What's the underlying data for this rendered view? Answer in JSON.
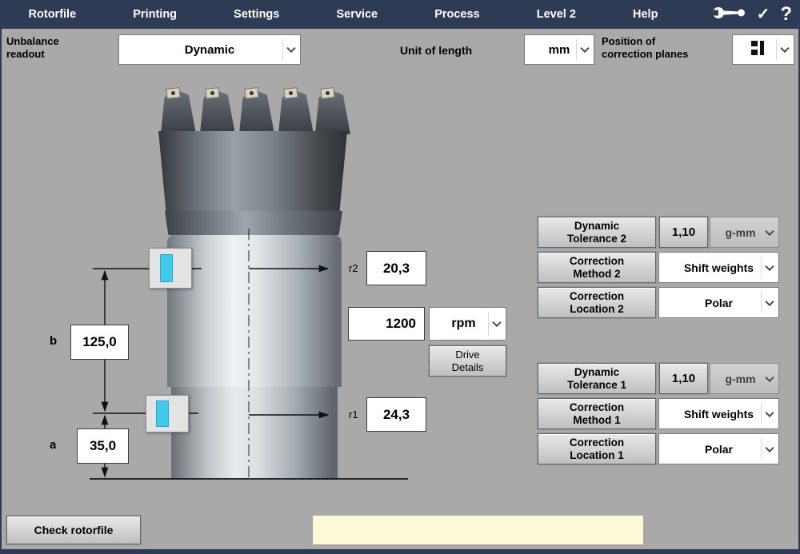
{
  "menu": {
    "items": [
      {
        "label": "Rotorfile"
      },
      {
        "label": "Printing"
      },
      {
        "label": "Settings"
      },
      {
        "label": "Service"
      },
      {
        "label": "Process"
      },
      {
        "label": "Level 2"
      },
      {
        "label": "Help"
      }
    ],
    "icons": {
      "check": "✓",
      "help": "?"
    }
  },
  "toolbar": {
    "unbalance_label_line1": "Unbalance",
    "unbalance_label_line2": "readout",
    "unbalance_value": "Dynamic",
    "unit_label": "Unit of length",
    "unit_value": "mm",
    "planes_label_line1": "Position of",
    "planes_label_line2": "correction planes"
  },
  "rotor": {
    "b_label": "b",
    "b_value": "125,0",
    "a_label": "a",
    "a_value": "35,0",
    "r2_label": "r2",
    "r2_value": "20,3",
    "r1_label": "r1",
    "r1_value": "24,3"
  },
  "drive": {
    "speed_value": "1200",
    "speed_unit": "rpm",
    "details_line1": "Drive",
    "details_line2": "Details"
  },
  "plane2": {
    "tolerance_line1": "Dynamic",
    "tolerance_line2": "Tolerance 2",
    "tolerance_value": "1,10",
    "tolerance_unit": "g-mm",
    "method_line1": "Correction",
    "method_line2": "Method 2",
    "method_value": "Shift weights",
    "location_line1": "Correction",
    "location_line2": "Location 2",
    "location_value": "Polar"
  },
  "plane1": {
    "tolerance_line1": "Dynamic",
    "tolerance_line2": "Tolerance 1",
    "tolerance_value": "1,10",
    "tolerance_unit": "g-mm",
    "method_line1": "Correction",
    "method_line2": "Method 1",
    "method_value": "Shift weights",
    "location_line1": "Correction",
    "location_line2": "Location 1",
    "location_value": "Polar"
  },
  "footer": {
    "check_button": "Check rotorfile",
    "status": ""
  },
  "colors": {
    "menubar": "#2e3b55",
    "background": "#a9a9a9",
    "plane_weight_cyan": "#3fcbea",
    "status_bg": "#fcfad8"
  }
}
